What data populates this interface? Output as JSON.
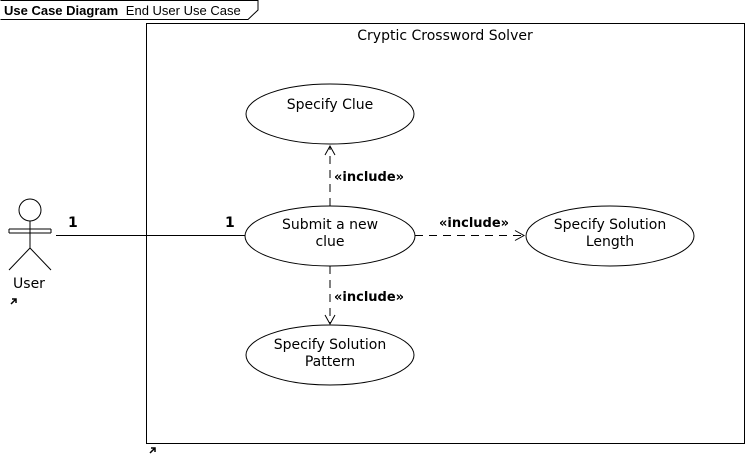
{
  "frame": {
    "kind": "Use Case Diagram",
    "name": "End User Use Case"
  },
  "system": {
    "title": "Cryptic Crossword Solver"
  },
  "actor": {
    "label": "User"
  },
  "use_cases": {
    "specify_clue": {
      "lines": [
        "Specify Clue"
      ]
    },
    "submit_clue": {
      "lines": [
        "Submit a new",
        "clue"
      ]
    },
    "solution_length": {
      "lines": [
        "Specify Solution",
        "Length"
      ]
    },
    "solution_pattern": {
      "lines": [
        "Specify Solution",
        "Pattern"
      ]
    }
  },
  "association": {
    "actor_multiplicity": "1",
    "usecase_multiplicity": "1"
  },
  "include_label": "«include»",
  "icons": {
    "actor": "stick-figure-icon",
    "link_marker": "navigation-link-icon"
  },
  "colors": {
    "line": "#000000",
    "fill": "#ffffff"
  }
}
